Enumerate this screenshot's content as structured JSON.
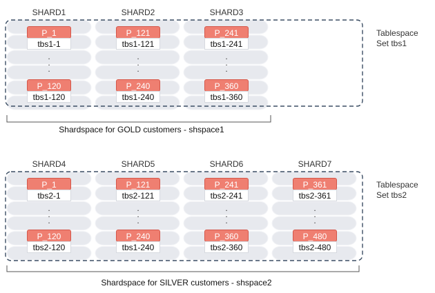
{
  "groups": [
    {
      "tablespace_label_line1": "Tablespace",
      "tablespace_label_line2": "Set tbs1",
      "caption": "Shardspace for GOLD customers - shspace1",
      "shards": [
        {
          "name": "SHARD1",
          "first_partition": "P_1",
          "first_tablespace": "tbs1-1",
          "last_partition": "P_120",
          "last_tablespace": "tbs1-120"
        },
        {
          "name": "SHARD2",
          "first_partition": "P_121",
          "first_tablespace": "tbs1-121",
          "last_partition": "P_240",
          "last_tablespace": "tbs1-240"
        },
        {
          "name": "SHARD3",
          "first_partition": "P_241",
          "first_tablespace": "tbs1-241",
          "last_partition": "P_360",
          "last_tablespace": "tbs1-360"
        }
      ]
    },
    {
      "tablespace_label_line1": "Tablespace",
      "tablespace_label_line2": "Set tbs2",
      "caption": "Shardspace for SILVER customers - shspace2",
      "shards": [
        {
          "name": "SHARD4",
          "first_partition": "P_1",
          "first_tablespace": "tbs2-1",
          "last_partition": "P_120",
          "last_tablespace": "tbs2-120"
        },
        {
          "name": "SHARD5",
          "first_partition": "P_121",
          "first_tablespace": "tbs2-121",
          "last_partition": "P_240",
          "last_tablespace": "tbs1-240"
        },
        {
          "name": "SHARD6",
          "first_partition": "P_241",
          "first_tablespace": "tbs2-241",
          "last_partition": "P_360",
          "last_tablespace": "tbs2-360"
        },
        {
          "name": "SHARD7",
          "first_partition": "P_361",
          "first_tablespace": "tbs2-361",
          "last_partition": "P_480",
          "last_tablespace": "tbs2-480"
        }
      ]
    }
  ],
  "colors": {
    "partition_fill": "#ef7f71",
    "partition_border": "#d4574a",
    "shard_fill": "#e7e9ee",
    "dashed_outline": "#3b4d63"
  }
}
